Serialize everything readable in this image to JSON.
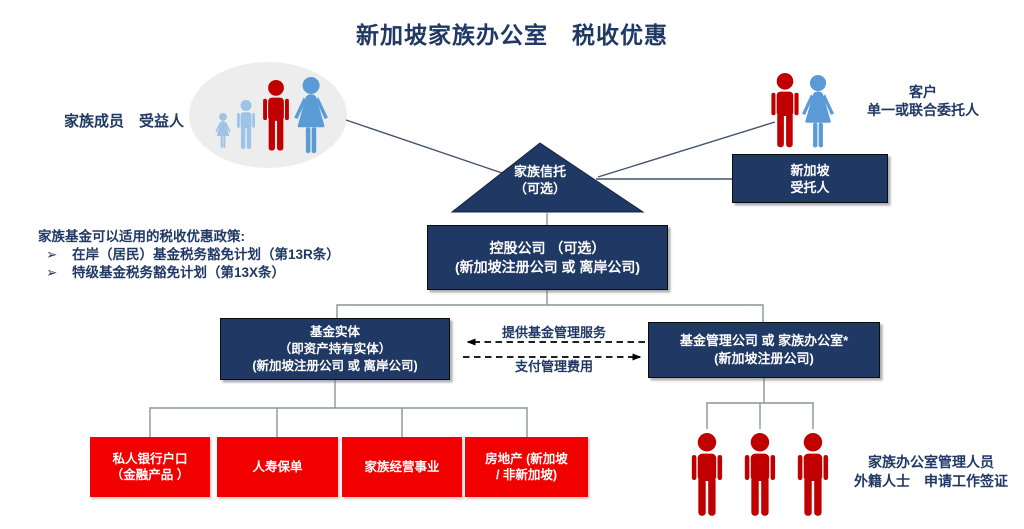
{
  "title": "新加坡家族办公室　税收优惠",
  "colors": {
    "navy": "#1F3864",
    "red_box": "#F20000",
    "figure_red": "#C00000",
    "figure_blue": "#5B9BD5",
    "figure_light_blue": "#9DC3E6",
    "ellipse_gray": "#EDEDED",
    "connector_gray": "#8A939C",
    "connector_slate": "#44546A",
    "arrow_black": "#000000"
  },
  "family_group": {
    "label": "家族成员　受益人"
  },
  "client_group": {
    "title": "客户",
    "subtitle": "单一或联合委托人"
  },
  "trustee_box": {
    "line1": "新加坡",
    "line2": "受托人"
  },
  "trust_triangle": {
    "line1": "家族信托",
    "line2": "（可选）"
  },
  "holding_box": {
    "line1": "控股公司 （可选）",
    "line2": "(新加坡注册公司 或 离岸公司)"
  },
  "tax_note": {
    "heading": "家族基金可以适用的税收优惠政策:",
    "bullet": "➢",
    "items": [
      "在岸（居民）基金税务豁免计划（第13R条）",
      "特级基金税务豁免计划（第13X条）"
    ]
  },
  "fund_entity_box": {
    "line1": "基金实体",
    "line2": "（即资产持有实体）",
    "line3": "(新加坡注册公司 或 离岸公司)"
  },
  "manager_box": {
    "line1": "基金管理公司 或 家族办公室*",
    "line2": "(新加坡注册公司)"
  },
  "management_flows": {
    "provide_label": "提供基金管理服务",
    "pay_label": "支付管理费用"
  },
  "asset_boxes": [
    {
      "line1": "私人银行户口",
      "line2": "（金融产品 ）"
    },
    {
      "line1": "人寿保单",
      "line2": ""
    },
    {
      "line1": "家族经营事业",
      "line2": ""
    },
    {
      "line1": "房地产 (新加坡",
      "line2": "/ 非新加坡)"
    }
  ],
  "staff_note": {
    "line1": "家族办公室管理人员",
    "line2": "外籍人士　申请工作签证"
  }
}
